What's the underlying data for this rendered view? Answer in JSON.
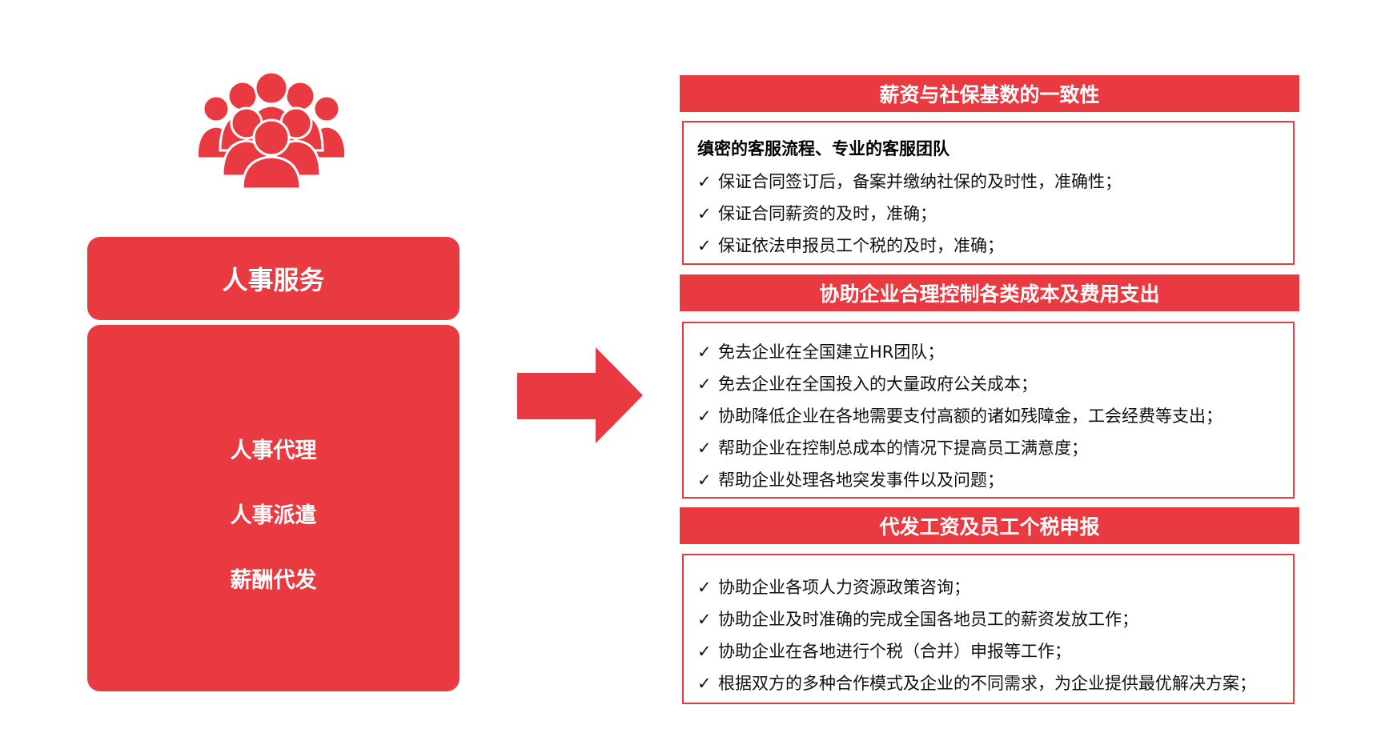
{
  "left_panel": {
    "title": "人事服务",
    "items": [
      "人事代理",
      "人事派遣",
      "薪酬代发"
    ]
  },
  "sections": [
    {
      "title": "薪资与社保基数的一致性",
      "subtitle": "缜密的客服流程、专业的客服团队",
      "items": [
        "保证合同签订后，备案并缴纳社保的及时性，准确性；",
        "保证合同薪资的及时，准确；",
        "保证依法申报员工个税的及时，准确；"
      ]
    },
    {
      "title": "协助企业合理控制各类成本及费用支出",
      "items": [
        "免去企业在全国建立HR团队；",
        "免去企业在全国投入的大量政府公关成本；",
        "协助降低企业在各地需要支付高额的诸如残障金，工会经费等支出；",
        "帮助企业在控制总成本的情况下提高员工满意度；",
        "帮助企业处理各地突发事件以及问题；"
      ]
    },
    {
      "title": "代发工资及员工个税申报",
      "items": [
        "协助企业各项人力资源政策咨询；",
        "协助企业及时准确的完成全国各地员工的薪资发放工作；",
        "协助企业在各地进行个税（合并）申报等工作；",
        "根据双方的多种合作模式及企业的不同需求，为企业提供最优解决方案；"
      ]
    }
  ],
  "check_mark": "✓",
  "colors": {
    "accent": "#e83a40",
    "background": "#ffffff",
    "text": "#111111"
  },
  "icons": {
    "people": "people-group-icon",
    "arrow": "arrow-right-icon"
  }
}
